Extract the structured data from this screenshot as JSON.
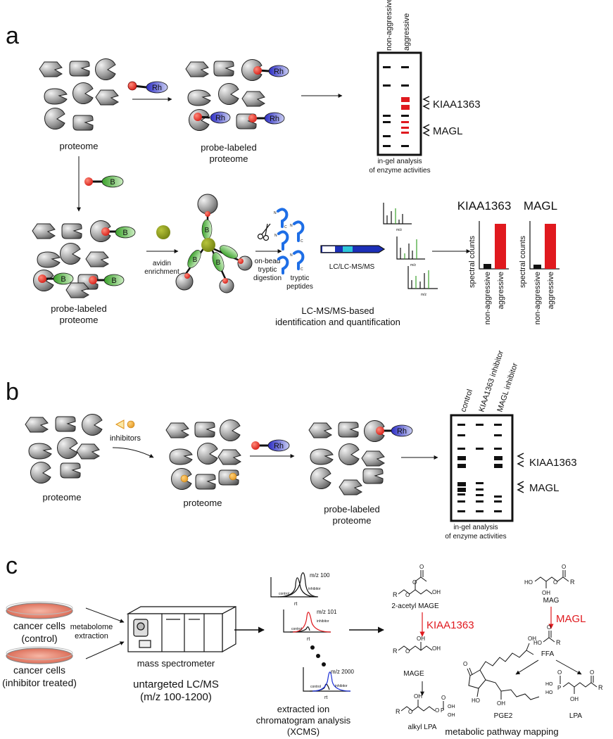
{
  "panel_a": {
    "letter": "a",
    "proteome_label": "proteome",
    "rh_label": "Rh",
    "b_label": "B",
    "probe_labeled_1": "probe-labeled",
    "probe_labeled_2": "proteome",
    "gel_lanes": [
      "non-aggressive",
      "aggressive"
    ],
    "band_labels": [
      "KIAA1363",
      "MAGL"
    ],
    "gel_caption_1": "in-gel analysis",
    "gel_caption_2": "of enzyme activities",
    "avidin_1": "avidin",
    "avidin_2": "enrichment",
    "digest_1": "on-bead",
    "digest_2": "tryptic",
    "digest_3": "digestion",
    "peptides_1": "tryptic",
    "peptides_2": "peptides",
    "peptide_n": "N",
    "peptide_c": "C",
    "lc_label": "LC/LC-MS/MS",
    "spectrum_axis": "m/z",
    "ms_caption_1": "LC-MS/MS-based",
    "ms_caption_2": "identification and quantification",
    "bar_ylabel": "spectral counts",
    "bar_categories": [
      "non-aggressive",
      "aggressive"
    ]
  },
  "panel_b": {
    "letter": "b",
    "inhibitors_label": "inhibitors",
    "proteome_label": "proteome",
    "probe_labeled_1": "probe-labeled",
    "probe_labeled_2": "proteome",
    "gel_lanes": [
      "control",
      "KIAA1363 inhibitor",
      "MAGL inhibitor"
    ],
    "band_labels": [
      "KIAA1363",
      "MAGL"
    ],
    "gel_caption_1": "in-gel analysis",
    "gel_caption_2": "of enzyme activities"
  },
  "panel_c": {
    "letter": "c",
    "dish_1_a": "cancer cells",
    "dish_1_b": "(control)",
    "dish_2_a": "cancer cells",
    "dish_2_b": "(inhibitor treated)",
    "extraction_1": "metabolome",
    "extraction_2": "extraction",
    "ms_label": "mass spectrometer",
    "untargeted_1": "untargeted LC/MS",
    "untargeted_2": "(m/z 100-1200)",
    "chromatograms": [
      {
        "mz": "m/z 100",
        "color": "#111111"
      },
      {
        "mz": "m/z 101",
        "color": "#e0191e"
      },
      {
        "mz": "m/z 2000",
        "color": "#1b2fd6"
      }
    ],
    "chrom_control": "control",
    "chrom_inhibitor": "inhibitor",
    "chrom_rt": "rt",
    "xic_1": "extracted ion",
    "xic_2": "chromatogram analysis",
    "xic_3": "(XCMS)",
    "acetyl_mage": "2-acetyl MAGE",
    "kiaa_enzyme": "KIAA1363",
    "mage": "MAGE",
    "alkyl_lpa": "alkyl LPA",
    "mag": "MAG",
    "magl_enzyme": "MAGL",
    "ffa": "FFA",
    "pge2": "PGE2",
    "lpa": "LPA",
    "pathway_label": "metabolic pathway mapping",
    "atom_o": "O",
    "atom_oh": "OH",
    "atom_ho": "HO",
    "atom_r": "R",
    "atom_p": "P"
  },
  "colors": {
    "red": "#e0191e",
    "probe_red": "#e41b13",
    "rh_blue": "#2b2cc4",
    "biotin_green": "#49b33a",
    "avidin_olive": "#8a9a16",
    "ms_green": "#3aa12a",
    "peptide_blue": "#1e6ee6"
  }
}
